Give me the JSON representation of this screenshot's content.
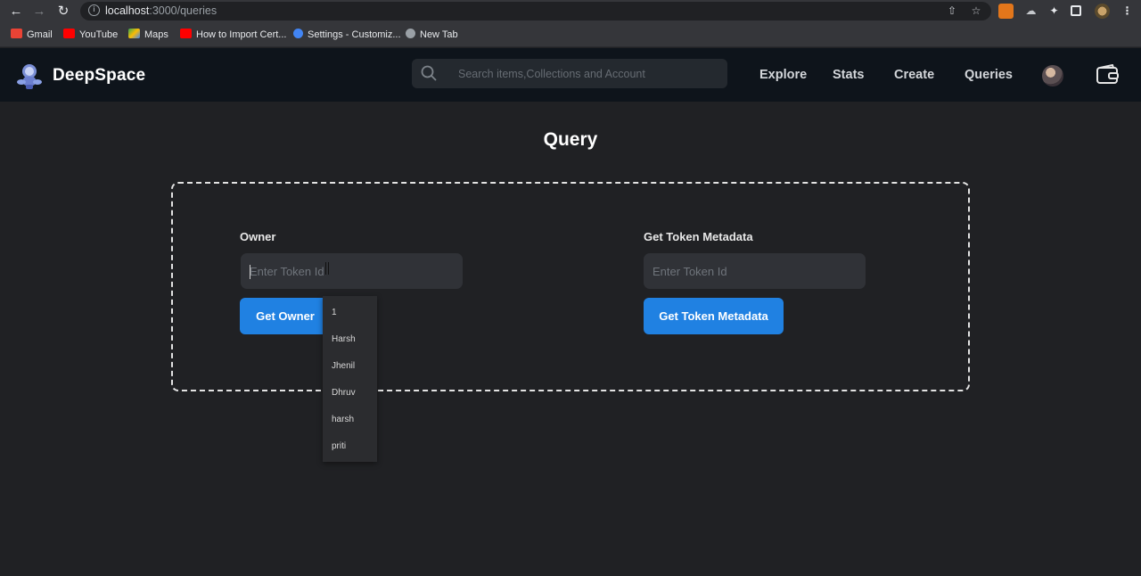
{
  "browser": {
    "url_host": "localhost",
    "url_path": ":3000/queries",
    "bookmarks": [
      {
        "label": "Gmail",
        "color": "#ea4335"
      },
      {
        "label": "YouTube",
        "color": "#ff0000"
      },
      {
        "label": "Maps",
        "color": "#34a853"
      },
      {
        "label": "How to Import Cert...",
        "color": "#ff0000"
      },
      {
        "label": "Settings - Customiz...",
        "color": "#4285f4"
      },
      {
        "label": "New Tab",
        "color": "#9aa0a6"
      }
    ]
  },
  "header": {
    "brand": "DeepSpace",
    "search_placeholder": "Search items,Collections and Account",
    "nav": [
      "Explore",
      "Stats",
      "Create",
      "Queries"
    ]
  },
  "page": {
    "title": "Query",
    "owner": {
      "label": "Owner",
      "placeholder": "Enter Token Id",
      "button": "Get Owner"
    },
    "metadata": {
      "label": "Get Token Metadata",
      "placeholder": "Enter Token Id",
      "button": "Get Token Metadata"
    },
    "autocomplete": [
      "1",
      "Harsh",
      "Jhenil",
      "Dhruv",
      "harsh",
      "priti"
    ]
  },
  "colors": {
    "accent": "#2081e2",
    "header_bg": "#0e141b",
    "page_bg": "#202124"
  }
}
